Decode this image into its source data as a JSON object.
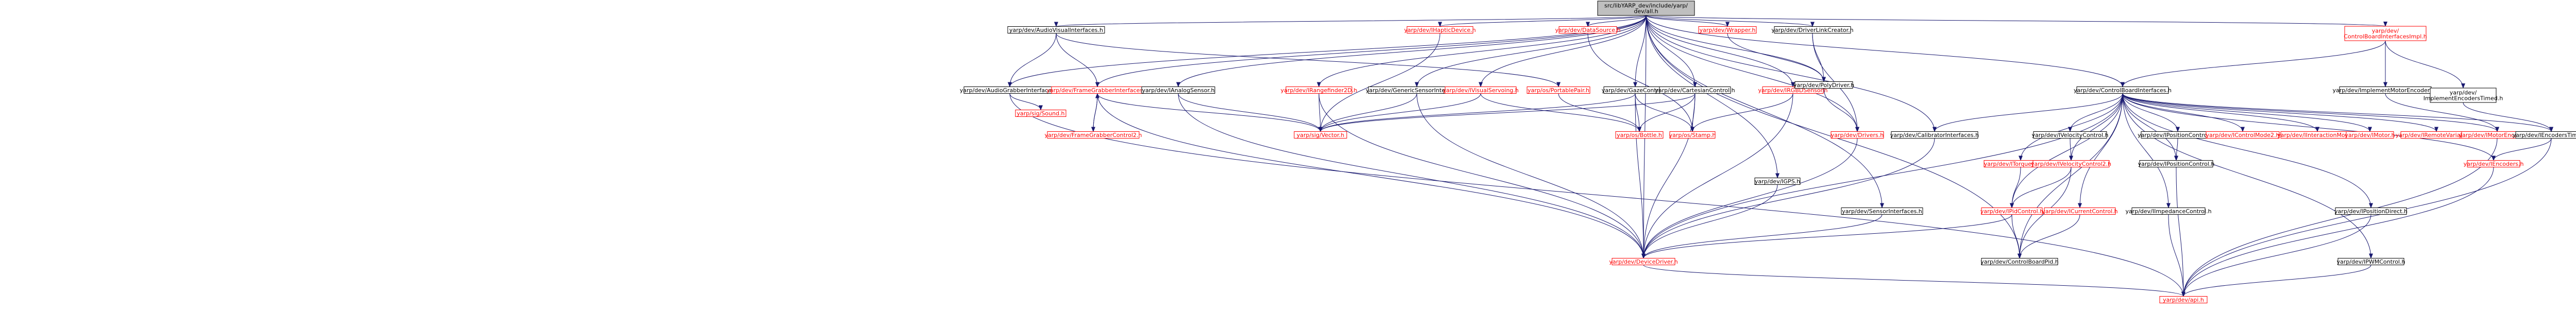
{
  "graph": {
    "colors": {
      "edge": "#191970",
      "root_fill": "#bfbfbf",
      "node_fill": "#ffffff",
      "node_border_normal": "#000000",
      "node_border_missing": "#ff0000",
      "text_normal": "#000000",
      "text_missing": "#ff0000"
    },
    "nodes": [
      {
        "id": "root",
        "label": "src/libYARP_dev/include/yarp/dev/all.h",
        "kind": "root"
      },
      {
        "id": "audiovisual",
        "label": "yarp/dev/AudioVisualInterfaces.h",
        "kind": "normal"
      },
      {
        "id": "haptic",
        "label": "yarp/dev/IHapticDevice.h",
        "kind": "missing"
      },
      {
        "id": "datasource",
        "label": "yarp/dev/DataSource.h",
        "kind": "missing"
      },
      {
        "id": "wrapper",
        "label": "yarp/dev/Wrapper.h",
        "kind": "missing"
      },
      {
        "id": "drivercreator",
        "label": "yarp/dev/DriverLinkCreator.h",
        "kind": "normal"
      },
      {
        "id": "cbi_impl",
        "label": "yarp/dev/ControlBoardInterfacesImpl.h",
        "kind": "missing"
      },
      {
        "id": "audiograbber",
        "label": "yarp/dev/AudioGrabberInterfaces.h",
        "kind": "normal"
      },
      {
        "id": "framegrabber",
        "label": "yarp/dev/FrameGrabberInterfaces.h",
        "kind": "missing"
      },
      {
        "id": "analogsensor",
        "label": "yarp/dev/IAnalogSensor.h",
        "kind": "normal"
      },
      {
        "id": "rangefinder",
        "label": "yarp/dev/IRangefinder2D.h",
        "kind": "missing"
      },
      {
        "id": "genericsensor",
        "label": "yarp/dev/GenericSensorInterfaces.h",
        "kind": "normal"
      },
      {
        "id": "visualservo",
        "label": "yarp/dev/IVisualServoing.h",
        "kind": "missing"
      },
      {
        "id": "portablepair",
        "label": "yarp/os/PortablePair.h",
        "kind": "missing"
      },
      {
        "id": "gazecontrol",
        "label": "yarp/dev/GazeControl.h",
        "kind": "normal"
      },
      {
        "id": "cartesian",
        "label": "yarp/dev/CartesianControl.h",
        "kind": "normal"
      },
      {
        "id": "rgbd",
        "label": "yarp/dev/IRGBDSensor.h",
        "kind": "missing"
      },
      {
        "id": "polydriver",
        "label": "yarp/dev/PolyDriver.h",
        "kind": "normal"
      },
      {
        "id": "cbi",
        "label": "yarp/dev/ControlBoardInterfaces.h",
        "kind": "normal"
      },
      {
        "id": "implmotorenc",
        "label": "yarp/dev/ImplementMotorEncoders.h",
        "kind": "normal"
      },
      {
        "id": "implenctimed",
        "label": "yarp/dev/ImplementEncodersTimed.h",
        "kind": "normal"
      },
      {
        "id": "sound",
        "label": "yarp/sig/Sound.h",
        "kind": "missing"
      },
      {
        "id": "fgcontrol2",
        "label": "yarp/dev/FrameGrabberControl2.h",
        "kind": "missing"
      },
      {
        "id": "vector",
        "label": "yarp/sig/Vector.h",
        "kind": "missing"
      },
      {
        "id": "bottle",
        "label": "yarp/os/Bottle.h",
        "kind": "missing"
      },
      {
        "id": "stamp",
        "label": "yarp/os/Stamp.h",
        "kind": "missing"
      },
      {
        "id": "drivers",
        "label": "yarp/dev/Drivers.h",
        "kind": "missing"
      },
      {
        "id": "calibrator",
        "label": "yarp/dev/CalibratorInterfaces.h",
        "kind": "normal"
      },
      {
        "id": "gps",
        "label": "yarp/dev/IGPS.h",
        "kind": "normal"
      },
      {
        "id": "ivelocity",
        "label": "yarp/dev/IVelocityControl.h",
        "kind": "normal"
      },
      {
        "id": "ipositioncontrol2",
        "label": "yarp/dev/IPositionControl2.h",
        "kind": "normal"
      },
      {
        "id": "icontrolmode",
        "label": "yarp/dev/IControlMode2.h",
        "kind": "missing"
      },
      {
        "id": "iinteraction",
        "label": "yarp/dev/IInteractionMode.h",
        "kind": "missing"
      },
      {
        "id": "imotor",
        "label": "yarp/dev/IMotor.h",
        "kind": "missing"
      },
      {
        "id": "iremotevars",
        "label": "yarp/dev/IRemoteVariables.h",
        "kind": "missing"
      },
      {
        "id": "imotorencoders",
        "label": "yarp/dev/IMotorEncoders.h",
        "kind": "missing"
      },
      {
        "id": "iencoderstimed",
        "label": "yarp/dev/IEncodersTimed.h",
        "kind": "normal"
      },
      {
        "id": "itorque",
        "label": "yarp/dev/ITorqueControl.h",
        "kind": "missing"
      },
      {
        "id": "ivelocity2",
        "label": "yarp/dev/IVelocityControl2.h",
        "kind": "missing"
      },
      {
        "id": "ipositioncontrol",
        "label": "yarp/dev/IPositionControl.h",
        "kind": "normal"
      },
      {
        "id": "iencoders",
        "label": "yarp/dev/IEncoders.h",
        "kind": "missing"
      },
      {
        "id": "sensorinterfaces",
        "label": "yarp/dev/SensorInterfaces.h",
        "kind": "normal"
      },
      {
        "id": "ipid",
        "label": "yarp/dev/IPidControl.h",
        "kind": "missing"
      },
      {
        "id": "icurrent",
        "label": "yarp/dev/ICurrentControl.h",
        "kind": "missing"
      },
      {
        "id": "iimpedance",
        "label": "yarp/dev/IImpedanceControl.h",
        "kind": "normal"
      },
      {
        "id": "ipositiondirect",
        "label": "yarp/dev/IPositionDirect.h",
        "kind": "normal"
      },
      {
        "id": "devicedriver",
        "label": "yarp/dev/DeviceDriver.h",
        "kind": "missing"
      },
      {
        "id": "cbpid",
        "label": "yarp/dev/ControlBoardPid.h",
        "kind": "normal"
      },
      {
        "id": "ipwm",
        "label": "yarp/dev/IPWMControl.h",
        "kind": "normal"
      },
      {
        "id": "api",
        "label": "yarp/dev/api.h",
        "kind": "missing"
      }
    ],
    "edges": [
      [
        "root",
        "audiovisual"
      ],
      [
        "root",
        "haptic"
      ],
      [
        "root",
        "datasource"
      ],
      [
        "root",
        "wrapper"
      ],
      [
        "root",
        "drivercreator"
      ],
      [
        "root",
        "cbi_impl"
      ],
      [
        "root",
        "audiograbber"
      ],
      [
        "root",
        "framegrabber"
      ],
      [
        "root",
        "analogsensor"
      ],
      [
        "root",
        "rangefinder"
      ],
      [
        "root",
        "genericsensor"
      ],
      [
        "root",
        "visualservo"
      ],
      [
        "root",
        "gazecontrol"
      ],
      [
        "root",
        "cartesian"
      ],
      [
        "root",
        "rgbd"
      ],
      [
        "root",
        "polydriver"
      ],
      [
        "root",
        "cbi"
      ],
      [
        "root",
        "calibrator"
      ],
      [
        "root",
        "gps"
      ],
      [
        "root",
        "sensorinterfaces"
      ],
      [
        "root",
        "drivers"
      ],
      [
        "root",
        "cbpid"
      ],
      [
        "root",
        "devicedriver"
      ],
      [
        "audiovisual",
        "audiograbber"
      ],
      [
        "audiovisual",
        "framegrabber"
      ],
      [
        "audiovisual",
        "portablepair"
      ],
      [
        "audiograbber",
        "sound"
      ],
      [
        "audiograbber",
        "api"
      ],
      [
        "framegrabber",
        "fgcontrol2"
      ],
      [
        "fgcontrol2",
        "framegrabber"
      ],
      [
        "framegrabber",
        "vector"
      ],
      [
        "framegrabber",
        "devicedriver"
      ],
      [
        "haptic",
        "vector"
      ],
      [
        "analogsensor",
        "vector"
      ],
      [
        "analogsensor",
        "devicedriver"
      ],
      [
        "rangefinder",
        "vector"
      ],
      [
        "rangefinder",
        "devicedriver"
      ],
      [
        "genericsensor",
        "vector"
      ],
      [
        "genericsensor",
        "devicedriver"
      ],
      [
        "visualservo",
        "vector"
      ],
      [
        "visualservo",
        "bottle"
      ],
      [
        "portablepair",
        "bottle"
      ],
      [
        "gazecontrol",
        "vector"
      ],
      [
        "gazecontrol",
        "bottle"
      ],
      [
        "gazecontrol",
        "stamp"
      ],
      [
        "gazecontrol",
        "devicedriver"
      ],
      [
        "cartesian",
        "vector"
      ],
      [
        "cartesian",
        "bottle"
      ],
      [
        "cartesian",
        "stamp"
      ],
      [
        "cartesian",
        "devicedriver"
      ],
      [
        "datasource",
        "stamp"
      ],
      [
        "rgbd",
        "stamp"
      ],
      [
        "rgbd",
        "devicedriver"
      ],
      [
        "gps",
        "devicedriver"
      ],
      [
        "wrapper",
        "polydriver"
      ],
      [
        "drivercreator",
        "polydriver"
      ],
      [
        "drivercreator",
        "drivers"
      ],
      [
        "polydriver",
        "drivers"
      ],
      [
        "drivers",
        "devicedriver"
      ],
      [
        "cbi_impl",
        "cbi"
      ],
      [
        "cbi_impl",
        "implmotorenc"
      ],
      [
        "cbi_impl",
        "implenctimed"
      ],
      [
        "implmotorenc",
        "imotorencoders"
      ],
      [
        "implenctimed",
        "iencoderstimed"
      ],
      [
        "cbi",
        "calibrator"
      ],
      [
        "cbi",
        "ivelocity"
      ],
      [
        "cbi",
        "ipositioncontrol2"
      ],
      [
        "cbi",
        "icontrolmode"
      ],
      [
        "cbi",
        "iinteraction"
      ],
      [
        "cbi",
        "imotor"
      ],
      [
        "cbi",
        "iremotevars"
      ],
      [
        "cbi",
        "imotorencoders"
      ],
      [
        "cbi",
        "iencoderstimed"
      ],
      [
        "cbi",
        "itorque"
      ],
      [
        "cbi",
        "ivelocity2"
      ],
      [
        "cbi",
        "ipositioncontrol"
      ],
      [
        "cbi",
        "iencoders"
      ],
      [
        "cbi",
        "ipid"
      ],
      [
        "cbi",
        "icurrent"
      ],
      [
        "cbi",
        "iimpedance"
      ],
      [
        "cbi",
        "ipositiondirect"
      ],
      [
        "cbi",
        "ipwm"
      ],
      [
        "cbi",
        "cbpid"
      ],
      [
        "cbi",
        "devicedriver"
      ],
      [
        "calibrator",
        "devicedriver"
      ],
      [
        "sensorinterfaces",
        "devicedriver"
      ],
      [
        "ivelocity",
        "ivelocity2"
      ],
      [
        "ivelocity2",
        "ipid"
      ],
      [
        "ivelocity2",
        "cbpid"
      ],
      [
        "itorque",
        "ipid"
      ],
      [
        "ipid",
        "cbpid"
      ],
      [
        "ipid",
        "devicedriver"
      ],
      [
        "icurrent",
        "cbpid"
      ],
      [
        "ipositioncontrol2",
        "ipositioncontrol"
      ],
      [
        "ipositioncontrol",
        "api"
      ],
      [
        "imotorencoders",
        "api"
      ],
      [
        "iencoderstimed",
        "iencoders"
      ],
      [
        "iencoderstimed",
        "api"
      ],
      [
        "iencoders",
        "api"
      ],
      [
        "iimpedance",
        "api"
      ],
      [
        "ipositiondirect",
        "api"
      ],
      [
        "ipwm",
        "api"
      ],
      [
        "devicedriver",
        "api"
      ]
    ]
  }
}
